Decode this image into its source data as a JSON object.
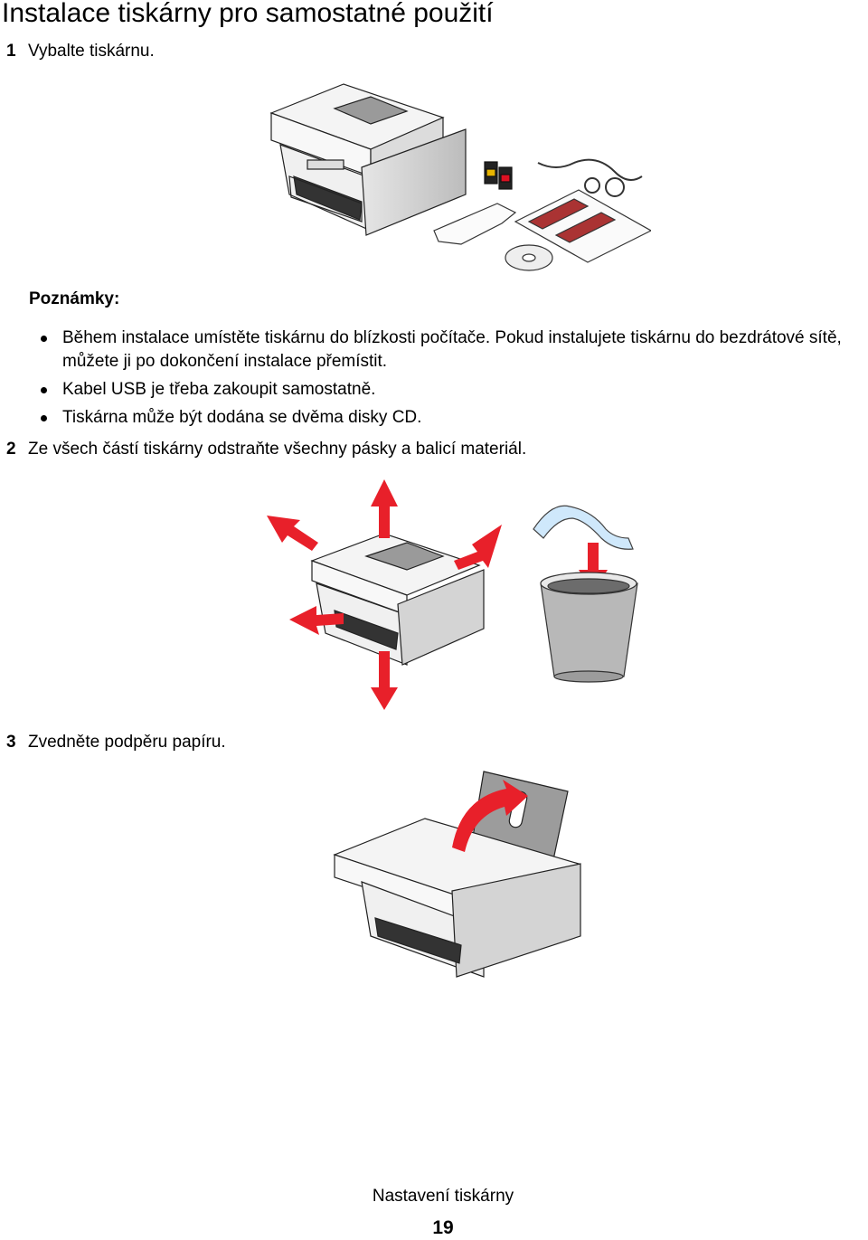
{
  "page": {
    "title": "Instalace tiskárny pro samostatné použití",
    "steps": [
      {
        "num": "1",
        "text": "Vybalte tiskárnu."
      },
      {
        "num": "2",
        "text": "Ze všech částí tiskárny odstraňte všechny pásky a balicí materiál."
      },
      {
        "num": "3",
        "text": "Zvedněte podpěru papíru."
      }
    ],
    "notes_heading": "Poznámky:",
    "notes": [
      "Během instalace umístěte tiskárnu do blízkosti počítače. Pokud instalujete tiskárnu do bezdrátové sítě, můžete ji po dokončení instalace přemístit.",
      "Kabel USB je třeba zakoupit samostatně.",
      "Tiskárna může být dodána se dvěma disky CD."
    ],
    "footer": {
      "section": "Nastavení tiskárny",
      "page_number": "19"
    }
  },
  "colors": {
    "arrow": "#e8202a",
    "printer_gray": "#c9c9c9",
    "ribbon": "#cfe8fb"
  }
}
